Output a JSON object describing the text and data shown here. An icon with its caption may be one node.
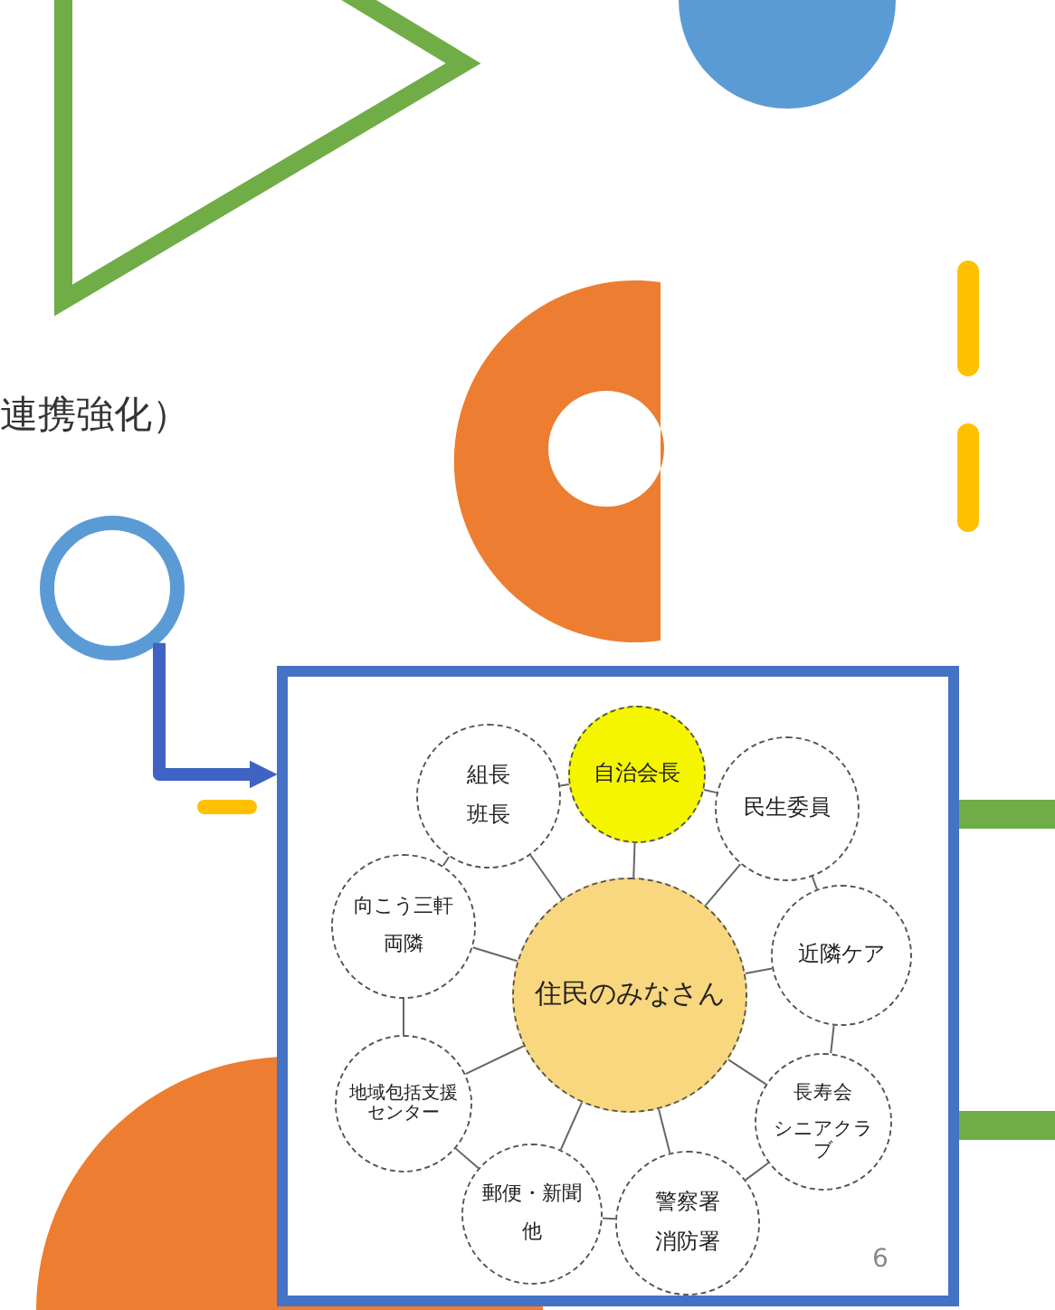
{
  "diagram": {
    "nodes": [
      {
        "text": [],
        "shape": "circle"
      },
      {
        "text": [],
        "shape": "box"
      },
      {
        "text": [
          "自治会長"
        ],
        "in": 1
      },
      {
        "text": [
          "組長",
          "班長"
        ],
        "in": 1
      },
      {
        "text": [
          "民生委員"
        ],
        "in": 1
      },
      {
        "text": [
          "向こう三軒",
          "両隣"
        ],
        "in": 1
      },
      {
        "text": [
          "住民のみなさん"
        ],
        "in": 1
      },
      {
        "text": [
          "近隣ケア"
        ],
        "in": 1
      },
      {
        "text": [
          "地域包括支援センター"
        ],
        "in": 1
      },
      {
        "text": [
          "長寿会",
          "シニアクラブ"
        ],
        "in": 1
      },
      {
        "text": [
          "郵便・新聞",
          "他"
        ],
        "in": 1
      },
      {
        "text": [
          "警察署",
          "消防署"
        ],
        "in": 1
      }
    ],
    "edges": [
      {
        "from": 0,
        "to": 1,
        "arrow": "to",
        "style": "thick",
        "color": "#3f63c4"
      },
      {
        "from": 6,
        "to": 2,
        "arrow": "none"
      },
      {
        "from": 6,
        "to": 3,
        "arrow": "none"
      },
      {
        "from": 6,
        "to": 4,
        "arrow": "none"
      },
      {
        "from": 6,
        "to": 5,
        "arrow": "none"
      },
      {
        "from": 6,
        "to": 7,
        "arrow": "none"
      },
      {
        "from": 6,
        "to": 8,
        "arrow": "none"
      },
      {
        "from": 6,
        "to": 9,
        "arrow": "none"
      },
      {
        "from": 6,
        "to": 10,
        "arrow": "none"
      },
      {
        "from": 6,
        "to": 11,
        "arrow": "none"
      },
      {
        "from": 3,
        "to": 2,
        "arrow": "none"
      },
      {
        "from": 2,
        "to": 4,
        "arrow": "none"
      },
      {
        "from": 4,
        "to": 7,
        "arrow": "none"
      },
      {
        "from": 7,
        "to": 9,
        "arrow": "none"
      },
      {
        "from": 9,
        "to": 11,
        "arrow": "none"
      },
      {
        "from": 11,
        "to": 10,
        "arrow": "none"
      },
      {
        "from": 10,
        "to": 8,
        "arrow": "none"
      },
      {
        "from": 8,
        "to": 5,
        "arrow": "none"
      },
      {
        "from": 5,
        "to": 3,
        "arrow": "none"
      }
    ],
    "labels": [
      "連携強化）",
      "6"
    ]
  }
}
